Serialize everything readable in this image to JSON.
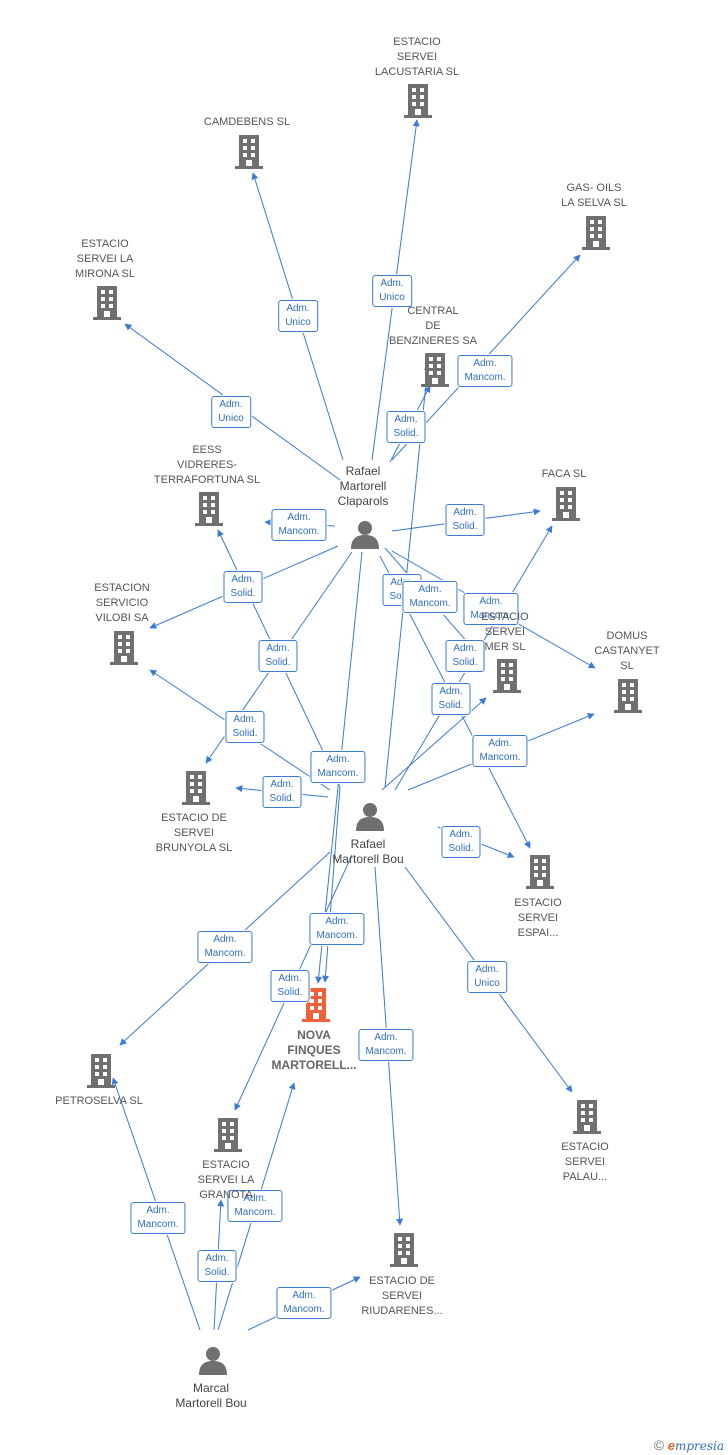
{
  "colors": {
    "building": "#707070",
    "main_building": "#f0603a",
    "person": "#6f6f6f",
    "edge": "#3a7bd5"
  },
  "companies": [
    {
      "id": "lacustaria",
      "label": "ESTACIO\nSERVEI\nLACUSTARIA SL"
    },
    {
      "id": "camdebens",
      "label": "CAMDEBENS SL"
    },
    {
      "id": "gasoils",
      "label": "GAS- OILS\nLA SELVA SL"
    },
    {
      "id": "mirona",
      "label": "ESTACIO\nSERVEI LA\nMIRONA SL"
    },
    {
      "id": "central",
      "label": "CENTRAL\nDE\nBENZINERES SA"
    },
    {
      "id": "eess",
      "label": "EESS\nVIDRERES-\nTERRAFORTUNA SL"
    },
    {
      "id": "faca",
      "label": "FACA  SL"
    },
    {
      "id": "vilobi",
      "label": "ESTACION\nSERVICIO\nVILOBI SA"
    },
    {
      "id": "mer",
      "label": "ESTACIO\nSERVEI\nMER  SL"
    },
    {
      "id": "domus",
      "label": "DOMUS\nCASTANYET\nSL"
    },
    {
      "id": "brunyola",
      "label": "ESTACIO DE\nSERVEI\nBRUNYOLA  SL"
    },
    {
      "id": "espai",
      "label": "ESTACIO\nSERVEI\nESPAI..."
    },
    {
      "id": "nova",
      "label": "NOVA\nFINQUES\nMARTORELL...",
      "main": true
    },
    {
      "id": "petroselva",
      "label": "PETROSELVA SL"
    },
    {
      "id": "granota",
      "label": "ESTACIO\nSERVEI LA\nGRANOTA"
    },
    {
      "id": "palau",
      "label": "ESTACIO\nSERVEI\nPALAU..."
    },
    {
      "id": "riudarenes",
      "label": "ESTACIO DE\nSERVEI\nRIUDARENES..."
    }
  ],
  "persons": [
    {
      "id": "claparols",
      "label": "Rafael\nMartorell\nClaparols"
    },
    {
      "id": "bou",
      "label": "Rafael\nMartorell Bou"
    },
    {
      "id": "marcal",
      "label": "Marcal\nMartorell Bou"
    }
  ],
  "edges": [
    {
      "from": "claparols",
      "to": "lacustaria",
      "label": "Adm.\nUnico"
    },
    {
      "from": "claparols",
      "to": "camdebens",
      "label": "Adm.\nUnico"
    },
    {
      "from": "claparols",
      "to": "gasoils",
      "label": "Adm.\nMancom."
    },
    {
      "from": "claparols",
      "to": "mirona",
      "label": "Adm.\nUnico"
    },
    {
      "from": "claparols",
      "to": "central",
      "label": "Adm.\nSolid."
    },
    {
      "from": "claparols",
      "to": "eess",
      "label": "Adm.\nMancom."
    },
    {
      "from": "claparols",
      "to": "faca",
      "label": "Adm.\nSolid."
    },
    {
      "from": "claparols",
      "to": "vilobi",
      "label": "Adm.\nSolid."
    },
    {
      "from": "claparols",
      "to": "mer",
      "label": "Adm.\nSolid."
    },
    {
      "from": "claparols",
      "to": "domus",
      "label": "Adm.\nMancom."
    },
    {
      "from": "claparols",
      "to": "brunyola",
      "label": "Adm.\nSolid."
    },
    {
      "from": "claparols",
      "to": "espai",
      "label": "Adm.\nSolid."
    },
    {
      "from": "claparols",
      "to": "nova",
      "label": "Adm.\nMancom."
    },
    {
      "from": "bou",
      "to": "central",
      "label": "Adm.\nSolid."
    },
    {
      "from": "bou",
      "to": "eess",
      "label": "Adm.\nSolid."
    },
    {
      "from": "bou",
      "to": "faca",
      "label": "Adm.\nMancom."
    },
    {
      "from": "bou",
      "to": "vilobi",
      "label": "Adm.\nSolid."
    },
    {
      "from": "bou",
      "to": "mer",
      "label": "Adm.\nSolid."
    },
    {
      "from": "bou",
      "to": "domus",
      "label": "Adm.\nMancom."
    },
    {
      "from": "bou",
      "to": "brunyola",
      "label": "Adm.\nSolid."
    },
    {
      "from": "bou",
      "to": "espai",
      "label": "Adm.\nSolid."
    },
    {
      "from": "bou",
      "to": "nova",
      "label": "Adm.\nMancom."
    },
    {
      "from": "bou",
      "to": "petroselva",
      "label": "Adm.\nMancom."
    },
    {
      "from": "bou",
      "to": "granota",
      "label": "Adm.\nSolid."
    },
    {
      "from": "bou",
      "to": "palau",
      "label": "Adm.\nUnico"
    },
    {
      "from": "bou",
      "to": "riudarenes",
      "label": "Adm.\nMancom."
    },
    {
      "from": "marcal",
      "to": "petroselva",
      "label": "Adm.\nMancom."
    },
    {
      "from": "marcal",
      "to": "nova",
      "label": "Adm.\nMancom."
    },
    {
      "from": "marcal",
      "to": "granota",
      "label": "Adm.\nSolid."
    },
    {
      "from": "marcal",
      "to": "riudarenes",
      "label": "Adm.\nMancom."
    }
  ],
  "footer": {
    "copyright": "©",
    "brand_initial": "e",
    "brand_rest": "mpresia"
  }
}
